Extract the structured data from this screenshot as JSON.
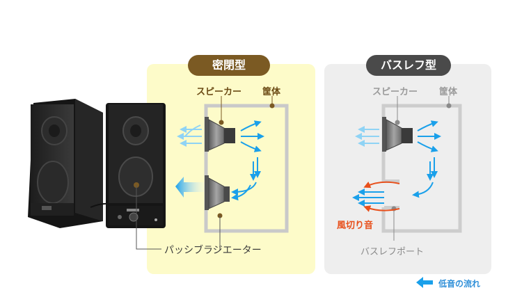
{
  "sealed": {
    "title": "密閉型",
    "speaker_label": "スピーカー",
    "enclosure_label": "筐体",
    "passive_radiator_label": "パッシブラジエーター"
  },
  "bass_reflex": {
    "title": "バスレフ型",
    "speaker_label": "スピーカー",
    "enclosure_label": "筐体",
    "wind_noise_label": "風切り音",
    "port_label": "バスレフポート"
  },
  "legend": {
    "low_freq_flow_label": "低音の流れ"
  },
  "colors": {
    "sealed_panel": "#fdfbc9",
    "sealed_title_bg": "#7b5a23",
    "bass_panel": "#eeeeee",
    "bass_title_bg": "#4a4a4a",
    "flow_arrow": "#1aa0ea",
    "wind_noise": "#e8501c"
  }
}
